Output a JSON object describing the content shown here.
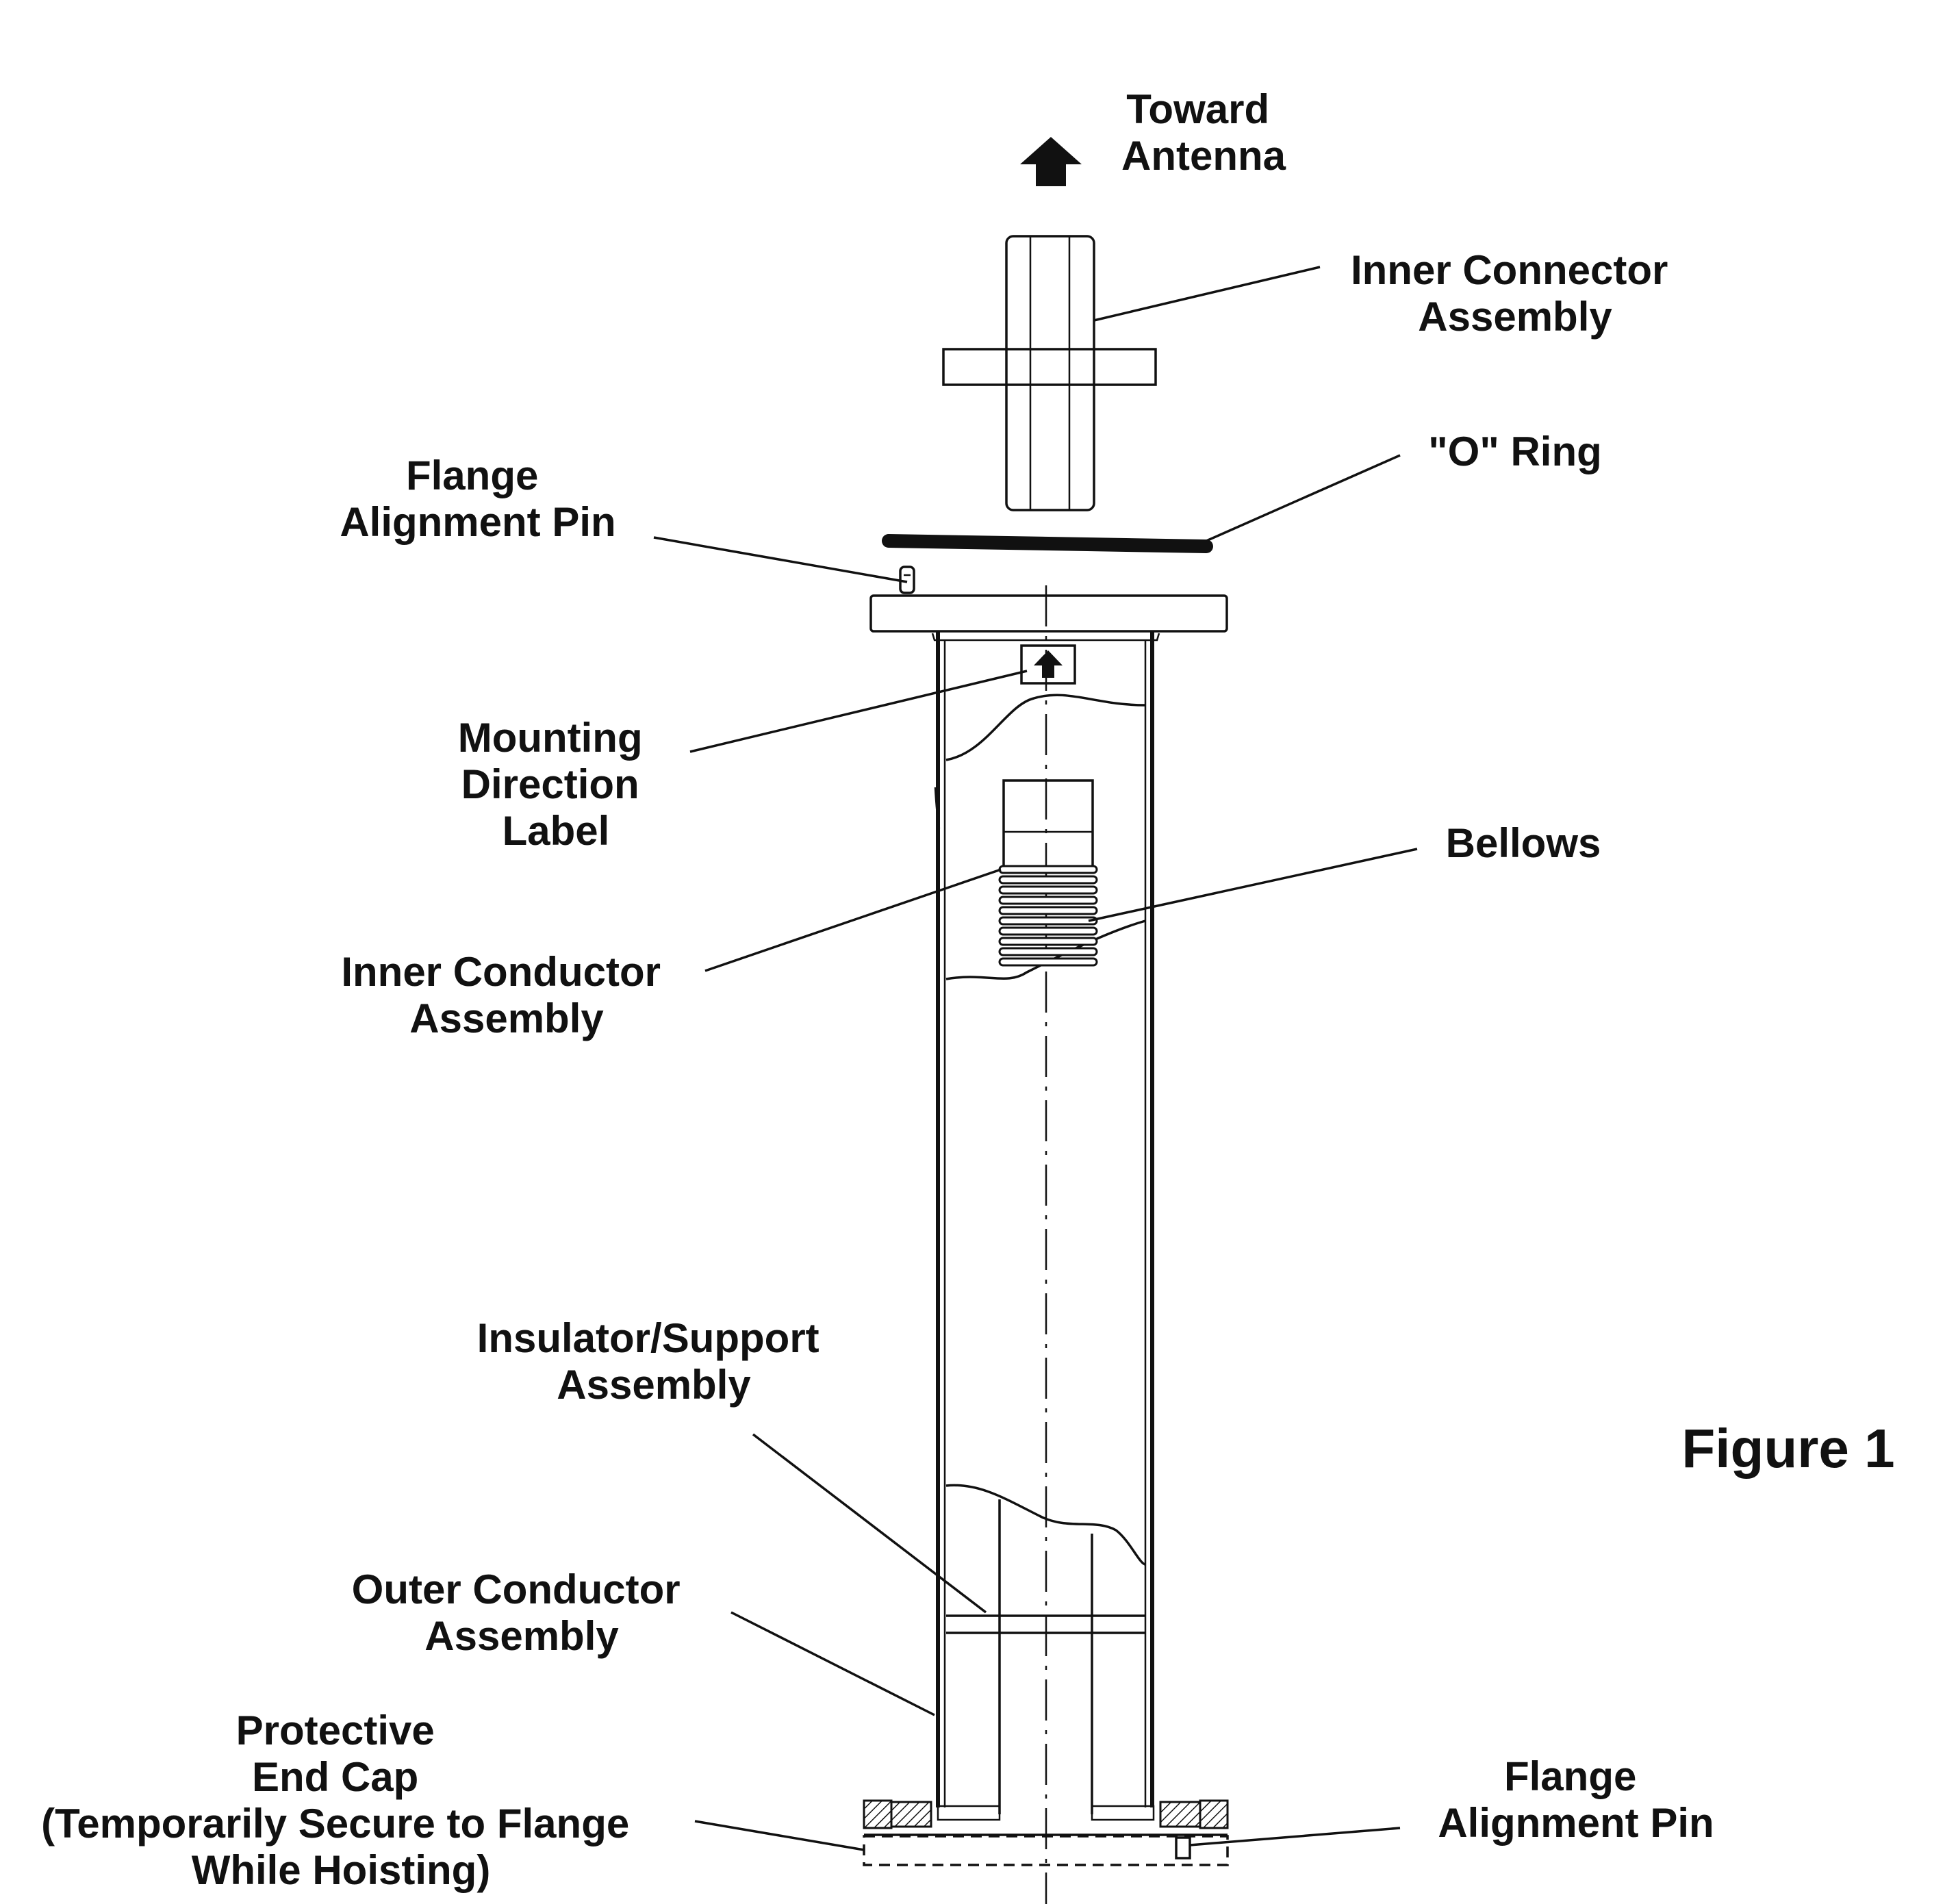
{
  "diagram": {
    "figure_label": "Figure 1",
    "arrow_icon": "up-arrow-icon",
    "labels": {
      "toward_antenna": [
        "Toward",
        "Antenna"
      ],
      "inner_connector": [
        "Inner Connector",
        "Assembly"
      ],
      "o_ring": [
        "\"O\" Ring"
      ],
      "flange_pin_top": [
        "Flange",
        "Alignment Pin"
      ],
      "mounting_label": [
        "Mounting",
        "Direction",
        "Label"
      ],
      "bellows": [
        "Bellows"
      ],
      "inner_conductor": [
        "Inner Conductor",
        "Assembly"
      ],
      "insulator_support": [
        "Insulator/Support",
        "Assembly"
      ],
      "outer_conductor": [
        "Outer Conductor",
        "Assembly"
      ],
      "end_cap": [
        "Protective",
        "End Cap",
        "(Temporarily Secure to Flange",
        "While Hoisting)"
      ],
      "flange_pin_bottom": [
        "Flange",
        "Alignment Pin"
      ]
    }
  }
}
